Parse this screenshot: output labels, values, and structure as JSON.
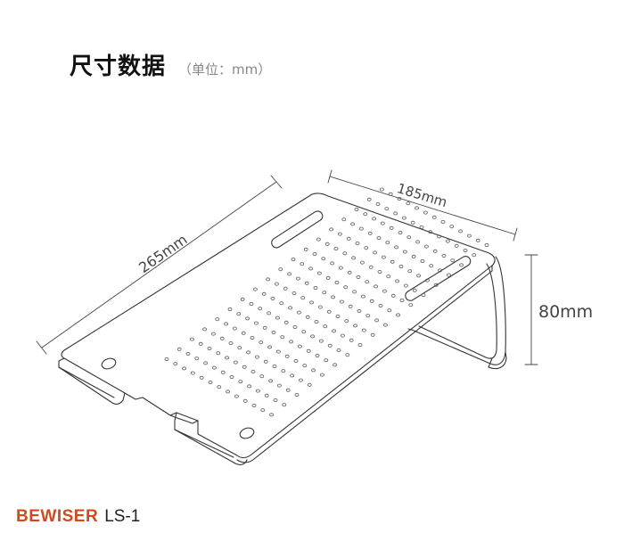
{
  "title": {
    "main": "尺寸数据",
    "unit": "（单位：mm）"
  },
  "dimensions": {
    "length": "265mm",
    "width": "185mm",
    "height": "80mm"
  },
  "brand": {
    "name": "BEWISER",
    "model": "LS-1",
    "accent_color": "#d2491e"
  },
  "illustration": "laptop-stand-icon"
}
